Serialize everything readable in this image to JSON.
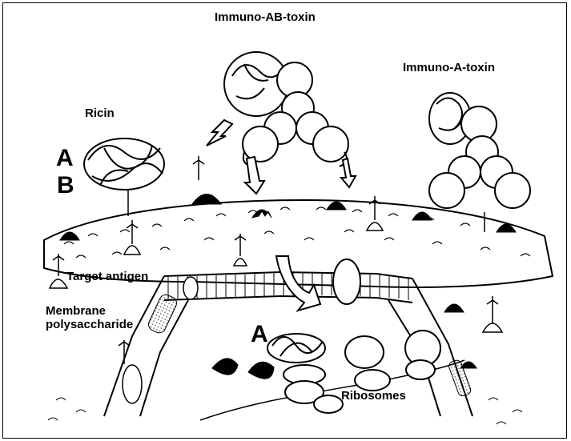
{
  "labels": {
    "ricin": "Ricin",
    "immuno_ab_toxin": "Immuno-AB-toxin",
    "immuno_a_toxin": "Immuno-A-toxin",
    "chain_a_left": "A",
    "chain_b_left": "B",
    "chain_a_inside": "A",
    "target_antigen": "Target antigen",
    "membrane_line1": "Membrane",
    "membrane_line2": "polysaccharide",
    "ribosomes": "Ribosomes"
  },
  "colors": {
    "ink": "#000000",
    "paper": "#ffffff",
    "stipple": "#555555"
  }
}
